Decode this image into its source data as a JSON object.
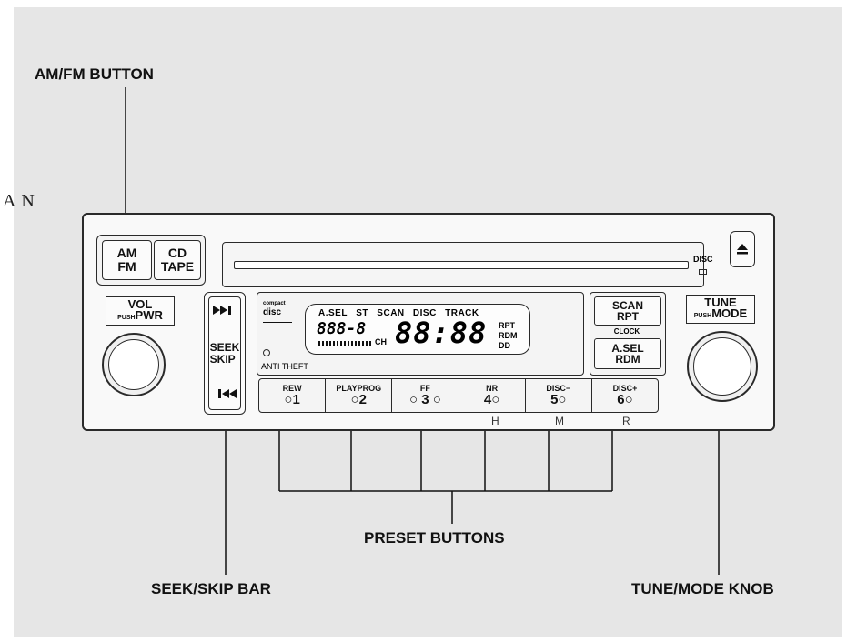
{
  "side_label": "A N",
  "callouts": {
    "am_fm": "AM/FM BUTTON",
    "preset": "PRESET BUTTONS",
    "seek": "SEEK/SKIP BAR",
    "tune": "TUNE/MODE KNOB"
  },
  "radio": {
    "am_fm": {
      "line1": "AM",
      "line2": "FM"
    },
    "cd_tape": {
      "line1": "CD",
      "line2": "TAPE"
    },
    "disc_indicator": "DISC",
    "eject_icon": "eject-icon",
    "vol": {
      "line1": "VOL",
      "push": "PUSH",
      "line2": "PWR"
    },
    "seek": {
      "top_icon": "skip-forward-icon",
      "line1": "SEEK",
      "line2": "SKIP",
      "bottom_icon": "skip-back-icon"
    },
    "disc_logo": {
      "line1": "compact",
      "line2": "disc"
    },
    "anti_theft": "ANTI THEFT",
    "lcd": {
      "asel": "A.SEL",
      "st": "ST",
      "scan": "SCAN",
      "disc": "DISC",
      "track": "TRACK",
      "freq_small": "888-8",
      "freq_big": "88:88",
      "ch": "CH",
      "rpt": "RPT",
      "rdm": "RDM",
      "dolby": "DD"
    },
    "scan_rpt": {
      "line1": "SCAN",
      "line2": "RPT"
    },
    "clock": "CLOCK",
    "asel_rdm": {
      "line1": "A.SEL",
      "line2": "RDM"
    },
    "tune": {
      "line1": "TUNE",
      "push": "PUSH",
      "line2": "MODE"
    },
    "presets": [
      {
        "fn": "REW",
        "num": "1"
      },
      {
        "fn": "PLAYPROG",
        "num": "2"
      },
      {
        "fn": "FF",
        "num": "3"
      },
      {
        "fn": "NR",
        "num": "4"
      },
      {
        "fn": "DISC−",
        "num": "5"
      },
      {
        "fn": "DISC+",
        "num": "6"
      }
    ],
    "hmr": {
      "h": "H",
      "m": "M",
      "r": "R"
    }
  }
}
